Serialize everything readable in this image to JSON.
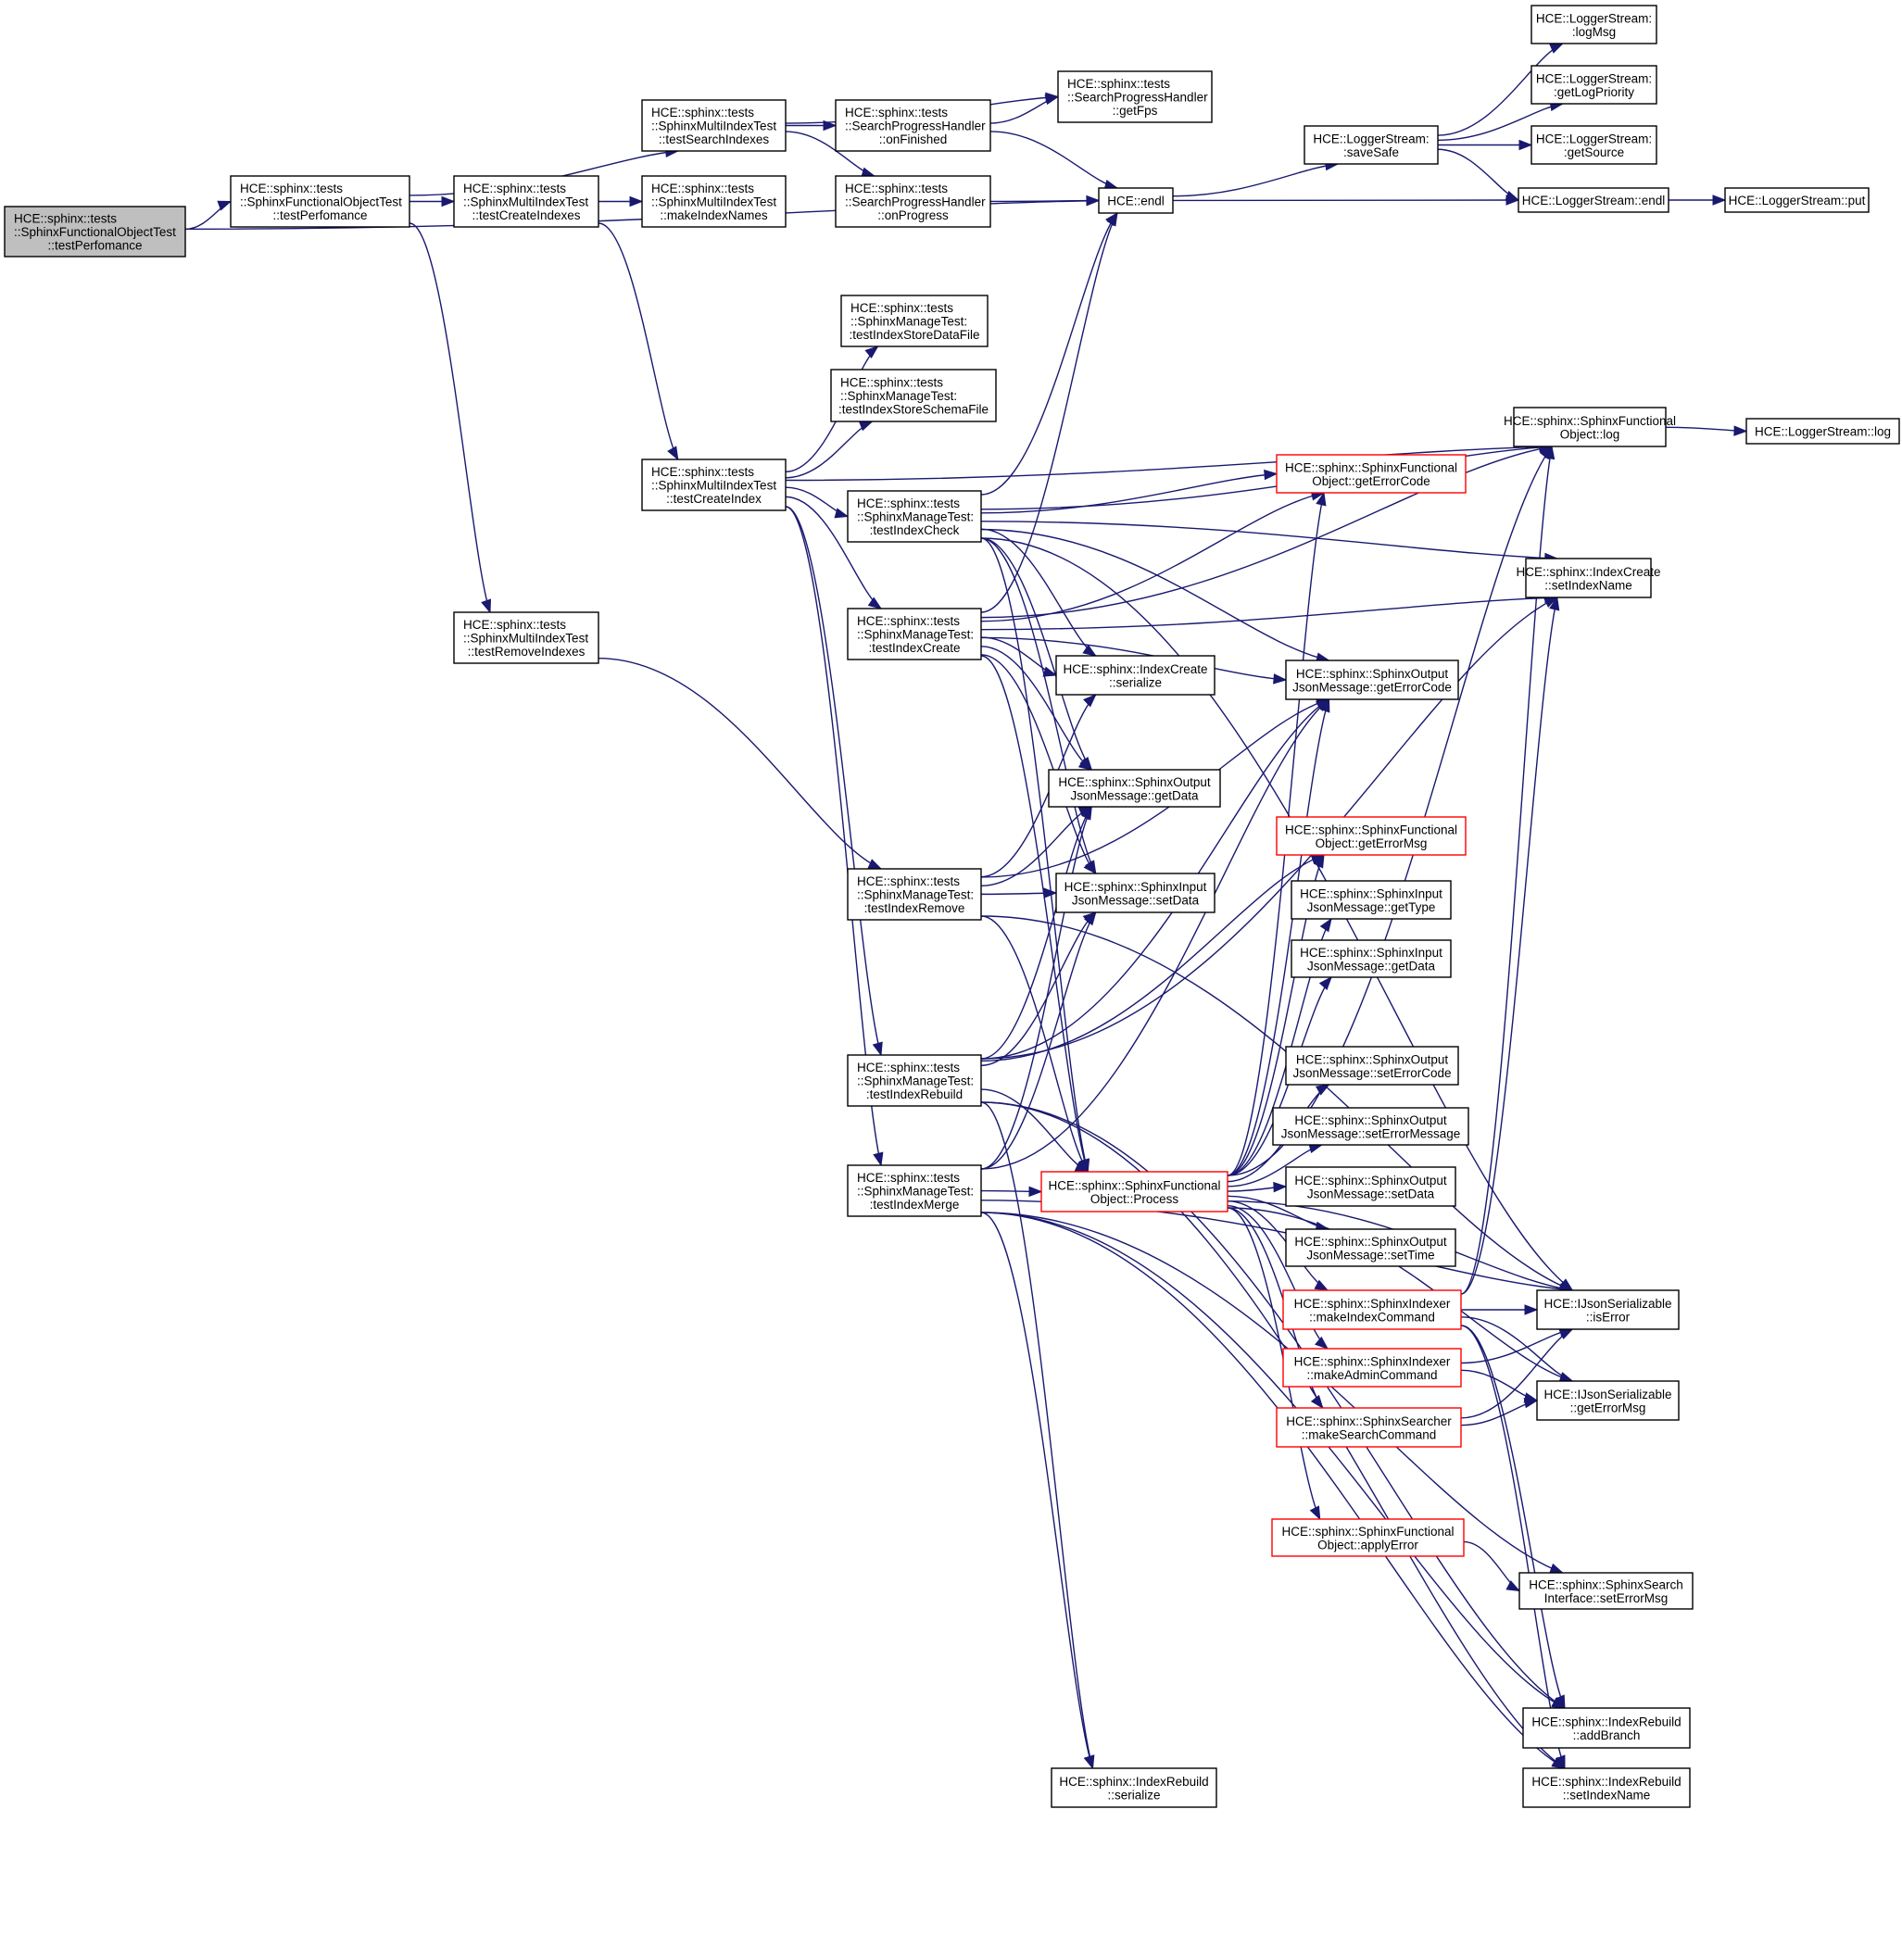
{
  "graph": {
    "type": "doxygen-call-graph",
    "edge_color": "#191970",
    "highlight_border_color": "#ff0000",
    "root_fill": "#bfbfbf",
    "nodes": [
      {
        "id": "root",
        "lines": [
          "HCE::sphinx::tests",
          "::SphinxFunctionalObjectTest",
          "::testPerfomance"
        ],
        "style": "root"
      },
      {
        "id": "sfot_perf",
        "lines": [
          "HCE::sphinx::tests",
          "::SphinxFunctionalObjectTest",
          "::testPerfomance"
        ],
        "style": "normal"
      },
      {
        "id": "testSearchIndexes",
        "lines": [
          "HCE::sphinx::tests",
          "::SphinxMultiIndexTest",
          "::testSearchIndexes"
        ],
        "style": "normal"
      },
      {
        "id": "testCreateIndexes",
        "lines": [
          "HCE::sphinx::tests",
          "::SphinxMultiIndexTest",
          "::testCreateIndexes"
        ],
        "style": "normal"
      },
      {
        "id": "makeIndexNames",
        "lines": [
          "HCE::sphinx::tests",
          "::SphinxMultiIndexTest",
          "::makeIndexNames"
        ],
        "style": "normal"
      },
      {
        "id": "onFinished",
        "lines": [
          "HCE::sphinx::tests",
          "::SearchProgressHandler",
          "::onFinished"
        ],
        "style": "normal"
      },
      {
        "id": "onProgress",
        "lines": [
          "HCE::sphinx::tests",
          "::SearchProgressHandler",
          "::onProgress"
        ],
        "style": "normal"
      },
      {
        "id": "getFps",
        "lines": [
          "HCE::sphinx::tests",
          "::SearchProgressHandler",
          "::getFps"
        ],
        "style": "normal"
      },
      {
        "id": "endl",
        "lines": [
          "HCE::endl"
        ],
        "style": "normal"
      },
      {
        "id": "saveSafe",
        "lines": [
          "HCE::LoggerStream:",
          ":saveSafe"
        ],
        "style": "normal"
      },
      {
        "id": "logMsg",
        "lines": [
          "HCE::LoggerStream:",
          ":logMsg"
        ],
        "style": "normal"
      },
      {
        "id": "getLogPriority",
        "lines": [
          "HCE::LoggerStream:",
          ":getLogPriority"
        ],
        "style": "normal"
      },
      {
        "id": "getSource",
        "lines": [
          "HCE::LoggerStream:",
          ":getSource"
        ],
        "style": "normal"
      },
      {
        "id": "ls_endl",
        "lines": [
          "HCE::LoggerStream::endl"
        ],
        "style": "normal"
      },
      {
        "id": "put",
        "lines": [
          "HCE::LoggerStream::put"
        ],
        "style": "normal"
      },
      {
        "id": "storeDataFile",
        "lines": [
          "HCE::sphinx::tests",
          "::SphinxManageTest:",
          ":testIndexStoreDataFile"
        ],
        "style": "normal"
      },
      {
        "id": "storeSchemaFile",
        "lines": [
          "HCE::sphinx::tests",
          "::SphinxManageTest:",
          ":testIndexStoreSchemaFile"
        ],
        "style": "normal"
      },
      {
        "id": "testCreateIndex",
        "lines": [
          "HCE::sphinx::tests",
          "::SphinxMultiIndexTest",
          "::testCreateIndex"
        ],
        "style": "normal"
      },
      {
        "id": "testIndexCheck",
        "lines": [
          "HCE::sphinx::tests",
          "::SphinxManageTest:",
          ":testIndexCheck"
        ],
        "style": "normal"
      },
      {
        "id": "testRemoveIndexes",
        "lines": [
          "HCE::sphinx::tests",
          "::SphinxMultiIndexTest",
          "::testRemoveIndexes"
        ],
        "style": "normal"
      },
      {
        "id": "testIndexCreate",
        "lines": [
          "HCE::sphinx::tests",
          "::SphinxManageTest:",
          ":testIndexCreate"
        ],
        "style": "normal"
      },
      {
        "id": "testIndexRemove",
        "lines": [
          "HCE::sphinx::tests",
          "::SphinxManageTest:",
          ":testIndexRemove"
        ],
        "style": "normal"
      },
      {
        "id": "testIndexRebuild",
        "lines": [
          "HCE::sphinx::tests",
          "::SphinxManageTest:",
          ":testIndexRebuild"
        ],
        "style": "normal"
      },
      {
        "id": "testIndexMerge",
        "lines": [
          "HCE::sphinx::tests",
          "::SphinxManageTest:",
          ":testIndexMerge"
        ],
        "style": "normal"
      },
      {
        "id": "sfo_log",
        "lines": [
          "HCE::sphinx::SphinxFunctional",
          "Object::log"
        ],
        "style": "normal"
      },
      {
        "id": "ls_log",
        "lines": [
          "HCE::LoggerStream::log"
        ],
        "style": "normal"
      },
      {
        "id": "sfo_getErrorCode",
        "lines": [
          "HCE::sphinx::SphinxFunctional",
          "Object::getErrorCode"
        ],
        "style": "red"
      },
      {
        "id": "ic_setIndexName",
        "lines": [
          "HCE::sphinx::IndexCreate",
          "::setIndexName"
        ],
        "style": "normal"
      },
      {
        "id": "ic_serialize",
        "lines": [
          "HCE::sphinx::IndexCreate",
          "::serialize"
        ],
        "style": "normal"
      },
      {
        "id": "soj_getErrorCode",
        "lines": [
          "HCE::sphinx::SphinxOutput",
          "JsonMessage::getErrorCode"
        ],
        "style": "normal"
      },
      {
        "id": "soj_getData",
        "lines": [
          "HCE::sphinx::SphinxOutput",
          "JsonMessage::getData"
        ],
        "style": "normal"
      },
      {
        "id": "sfo_getErrorMsg",
        "lines": [
          "HCE::sphinx::SphinxFunctional",
          "Object::getErrorMsg"
        ],
        "style": "red"
      },
      {
        "id": "sij_setData",
        "lines": [
          "HCE::sphinx::SphinxInput",
          "JsonMessage::setData"
        ],
        "style": "normal"
      },
      {
        "id": "sij_getType",
        "lines": [
          "HCE::sphinx::SphinxInput",
          "JsonMessage::getType"
        ],
        "style": "normal"
      },
      {
        "id": "sij_getData",
        "lines": [
          "HCE::sphinx::SphinxInput",
          "JsonMessage::getData"
        ],
        "style": "normal"
      },
      {
        "id": "soj_setErrorCode",
        "lines": [
          "HCE::sphinx::SphinxOutput",
          "JsonMessage::setErrorCode"
        ],
        "style": "normal"
      },
      {
        "id": "soj_setErrorMessage",
        "lines": [
          "HCE::sphinx::SphinxOutput",
          "JsonMessage::setErrorMessage"
        ],
        "style": "normal"
      },
      {
        "id": "process",
        "lines": [
          "HCE::sphinx::SphinxFunctional",
          "Object::Process"
        ],
        "style": "red"
      },
      {
        "id": "soj_setData",
        "lines": [
          "HCE::sphinx::SphinxOutput",
          "JsonMessage::setData"
        ],
        "style": "normal"
      },
      {
        "id": "soj_setTime",
        "lines": [
          "HCE::sphinx::SphinxOutput",
          "JsonMessage::setTime"
        ],
        "style": "normal"
      },
      {
        "id": "makeIndexCommand",
        "lines": [
          "HCE::sphinx::SphinxIndexer",
          "::makeIndexCommand"
        ],
        "style": "red"
      },
      {
        "id": "isError",
        "lines": [
          "HCE::IJsonSerializable",
          "::isError"
        ],
        "style": "normal"
      },
      {
        "id": "makeAdminCommand",
        "lines": [
          "HCE::sphinx::SphinxIndexer",
          "::makeAdminCommand"
        ],
        "style": "red"
      },
      {
        "id": "ijs_getErrorMsg",
        "lines": [
          "HCE::IJsonSerializable",
          "::getErrorMsg"
        ],
        "style": "normal"
      },
      {
        "id": "makeSearchCommand",
        "lines": [
          "HCE::sphinx::SphinxSearcher",
          "::makeSearchCommand"
        ],
        "style": "red"
      },
      {
        "id": "applyError",
        "lines": [
          "HCE::sphinx::SphinxFunctional",
          "Object::applyError"
        ],
        "style": "red"
      },
      {
        "id": "ssi_setErrorMsg",
        "lines": [
          "HCE::sphinx::SphinxSearch",
          "Interface::setErrorMsg"
        ],
        "style": "normal"
      },
      {
        "id": "addBranch",
        "lines": [
          "HCE::sphinx::IndexRebuild",
          "::addBranch"
        ],
        "style": "normal"
      },
      {
        "id": "ir_setIndexName",
        "lines": [
          "HCE::sphinx::IndexRebuild",
          "::setIndexName"
        ],
        "style": "normal"
      },
      {
        "id": "ir_serialize",
        "lines": [
          "HCE::sphinx::IndexRebuild",
          "::serialize"
        ],
        "style": "normal"
      }
    ],
    "edges": [
      [
        "root",
        "sfot_perf"
      ],
      [
        "root",
        "endl"
      ],
      [
        "sfot_perf",
        "testSearchIndexes"
      ],
      [
        "sfot_perf",
        "testCreateIndexes"
      ],
      [
        "sfot_perf",
        "testRemoveIndexes"
      ],
      [
        "testSearchIndexes",
        "onFinished"
      ],
      [
        "testSearchIndexes",
        "onProgress"
      ],
      [
        "testSearchIndexes",
        "getFps"
      ],
      [
        "testCreateIndexes",
        "makeIndexNames"
      ],
      [
        "testCreateIndexes",
        "testCreateIndex"
      ],
      [
        "onFinished",
        "getFps"
      ],
      [
        "onFinished",
        "endl"
      ],
      [
        "onProgress",
        "endl"
      ],
      [
        "endl",
        "saveSafe"
      ],
      [
        "endl",
        "ls_endl"
      ],
      [
        "saveSafe",
        "logMsg"
      ],
      [
        "saveSafe",
        "getLogPriority"
      ],
      [
        "saveSafe",
        "getSource"
      ],
      [
        "saveSafe",
        "ls_endl"
      ],
      [
        "ls_endl",
        "put"
      ],
      [
        "testCreateIndex",
        "storeDataFile"
      ],
      [
        "testCreateIndex",
        "storeSchemaFile"
      ],
      [
        "testCreateIndex",
        "testIndexCheck"
      ],
      [
        "testCreateIndex",
        "testIndexCreate"
      ],
      [
        "testCreateIndex",
        "testIndexRebuild"
      ],
      [
        "testCreateIndex",
        "testIndexMerge"
      ],
      [
        "testCreateIndex",
        "sfo_log"
      ],
      [
        "testRemoveIndexes",
        "testIndexRemove"
      ],
      [
        "testIndexCheck",
        "sfo_log"
      ],
      [
        "testIndexCheck",
        "sfo_getErrorCode"
      ],
      [
        "testIndexCheck",
        "soj_getErrorCode"
      ],
      [
        "testIndexCheck",
        "ic_setIndexName"
      ],
      [
        "testIndexCheck",
        "ic_serialize"
      ],
      [
        "testIndexCheck",
        "soj_getData"
      ],
      [
        "testIndexCheck",
        "sij_setData"
      ],
      [
        "testIndexCheck",
        "process"
      ],
      [
        "testIndexCheck",
        "isError"
      ],
      [
        "testIndexCheck",
        "endl"
      ],
      [
        "testIndexCreate",
        "ic_setIndexName"
      ],
      [
        "testIndexCreate",
        "ic_serialize"
      ],
      [
        "testIndexCreate",
        "soj_getData"
      ],
      [
        "testIndexCreate",
        "sij_setData"
      ],
      [
        "testIndexCreate",
        "process"
      ],
      [
        "testIndexCreate",
        "soj_getErrorCode"
      ],
      [
        "testIndexCreate",
        "sfo_getErrorCode"
      ],
      [
        "testIndexCreate",
        "sfo_log"
      ],
      [
        "testIndexCreate",
        "endl"
      ],
      [
        "testIndexRemove",
        "soj_getData"
      ],
      [
        "testIndexRemove",
        "sij_setData"
      ],
      [
        "testIndexRemove",
        "ic_serialize"
      ],
      [
        "testIndexRemove",
        "process"
      ],
      [
        "testIndexRemove",
        "soj_getErrorCode"
      ],
      [
        "testIndexRemove",
        "isError"
      ],
      [
        "testIndexRebuild",
        "soj_getData"
      ],
      [
        "testIndexRebuild",
        "sij_setData"
      ],
      [
        "testIndexRebuild",
        "process"
      ],
      [
        "testIndexRebuild",
        "ir_serialize"
      ],
      [
        "testIndexRebuild",
        "addBranch"
      ],
      [
        "testIndexRebuild",
        "ir_setIndexName"
      ],
      [
        "testIndexRebuild",
        "soj_getErrorCode"
      ],
      [
        "testIndexRebuild",
        "ic_setIndexName"
      ],
      [
        "testIndexRebuild",
        "sfo_getErrorMsg"
      ],
      [
        "testIndexMerge",
        "process"
      ],
      [
        "testIndexMerge",
        "ir_serialize"
      ],
      [
        "testIndexMerge",
        "soj_getData"
      ],
      [
        "testIndexMerge",
        "sij_setData"
      ],
      [
        "testIndexMerge",
        "addBranch"
      ],
      [
        "testIndexMerge",
        "ir_setIndexName"
      ],
      [
        "testIndexMerge",
        "soj_getErrorCode"
      ],
      [
        "testIndexMerge",
        "isError"
      ],
      [
        "testIndexMerge",
        "ssi_setErrorMsg"
      ],
      [
        "sfo_log",
        "ls_log"
      ],
      [
        "process",
        "sfo_getErrorCode"
      ],
      [
        "process",
        "soj_getErrorCode"
      ],
      [
        "process",
        "sfo_getErrorMsg"
      ],
      [
        "process",
        "sij_getType"
      ],
      [
        "process",
        "sij_getData"
      ],
      [
        "process",
        "soj_setErrorCode"
      ],
      [
        "process",
        "soj_setErrorMessage"
      ],
      [
        "process",
        "soj_setData"
      ],
      [
        "process",
        "soj_setTime"
      ],
      [
        "process",
        "makeIndexCommand"
      ],
      [
        "process",
        "makeAdminCommand"
      ],
      [
        "process",
        "makeSearchCommand"
      ],
      [
        "process",
        "applyError"
      ],
      [
        "process",
        "sfo_log"
      ],
      [
        "process",
        "isError"
      ],
      [
        "process",
        "ijs_getErrorMsg"
      ],
      [
        "makeIndexCommand",
        "isError"
      ],
      [
        "makeIndexCommand",
        "ijs_getErrorMsg"
      ],
      [
        "makeIndexCommand",
        "sfo_log"
      ],
      [
        "makeIndexCommand",
        "ic_setIndexName"
      ],
      [
        "makeIndexCommand",
        "addBranch"
      ],
      [
        "makeIndexCommand",
        "ir_setIndexName"
      ],
      [
        "makeAdminCommand",
        "isError"
      ],
      [
        "makeAdminCommand",
        "ijs_getErrorMsg"
      ],
      [
        "makeSearchCommand",
        "isError"
      ],
      [
        "makeSearchCommand",
        "ijs_getErrorMsg"
      ],
      [
        "applyError",
        "ssi_setErrorMsg"
      ]
    ]
  }
}
